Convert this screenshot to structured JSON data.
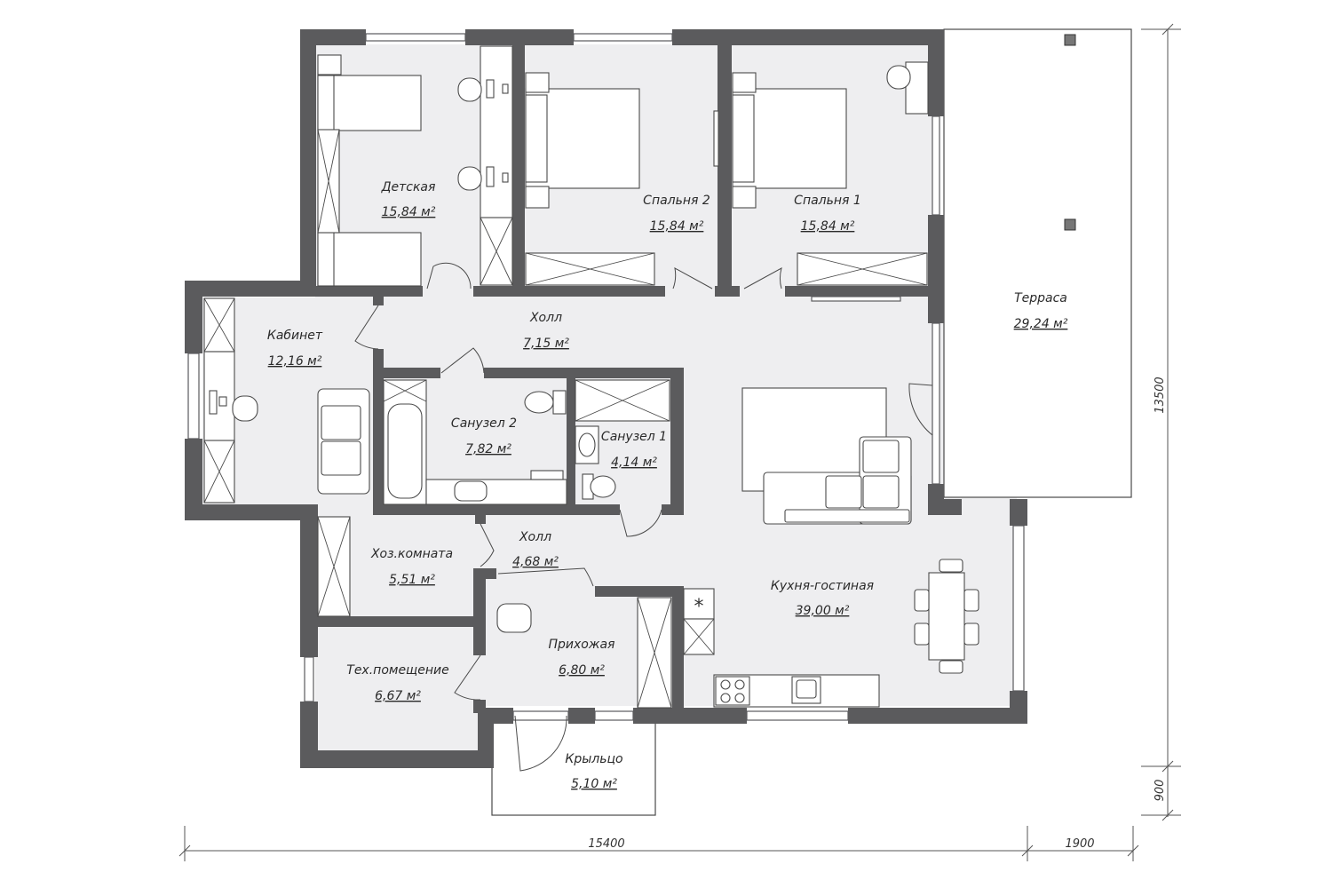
{
  "rooms": [
    {
      "id": "detskaya",
      "name": "Детская",
      "area": "15,84 м²"
    },
    {
      "id": "spalnya2",
      "name": "Спальня 2",
      "area": "15,84 м²"
    },
    {
      "id": "spalnya1",
      "name": "Спальня 1",
      "area": "15,84 м²"
    },
    {
      "id": "terrasa",
      "name": "Терраса",
      "area": "29,24 м²"
    },
    {
      "id": "kabinet",
      "name": "Кабинет",
      "area": "12,16 м²"
    },
    {
      "id": "holl1",
      "name": "Холл",
      "area": "7,15 м²"
    },
    {
      "id": "sanuzel2",
      "name": "Санузел 2",
      "area": "7,82 м²"
    },
    {
      "id": "sanuzel1",
      "name": "Санузел 1",
      "area": "4,14 м²"
    },
    {
      "id": "holl2",
      "name": "Холл",
      "area": "4,68 м²"
    },
    {
      "id": "hoz",
      "name": "Хоз.комната",
      "area": "5,51 м²"
    },
    {
      "id": "kuhnya",
      "name": "Кухня-гостиная",
      "area": "39,00 м²"
    },
    {
      "id": "prihozhaya",
      "name": "Прихожая",
      "area": "6,80 м²"
    },
    {
      "id": "teh",
      "name": "Тех.помещение",
      "area": "6,67 м²"
    },
    {
      "id": "krylco",
      "name": "Крыльцо",
      "area": "5,10 м²"
    }
  ],
  "dimensions": {
    "width_main": "15400",
    "width_terrace": "1900",
    "height_main": "13500",
    "height_porch": "900"
  },
  "symbols": {
    "stove_mark": "*"
  },
  "colors": {
    "wall": "#5b5b5d",
    "floor": "#eeeef0",
    "line": "#4a4a4a"
  }
}
